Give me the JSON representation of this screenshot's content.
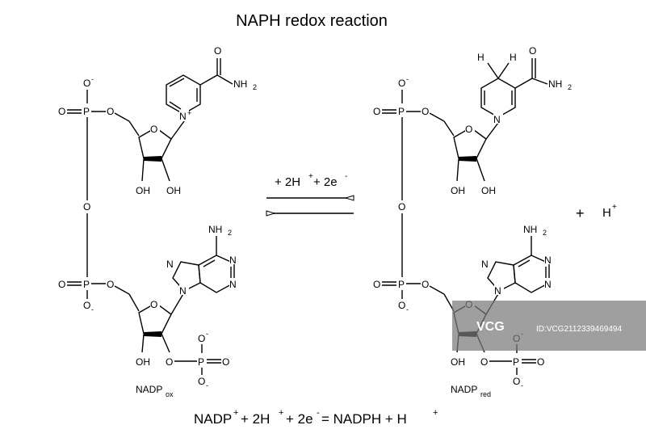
{
  "title": "NAPH redox reaction",
  "condition": {
    "main": "+ 2H",
    "sup1": "+",
    "mid": " + 2e",
    "sup2": "-"
  },
  "extra_product": {
    "plus": "+",
    "h": "H",
    "sup": "+"
  },
  "molecules": {
    "left_label": "NADP",
    "left_sub": "ox",
    "right_label": "NADP",
    "right_sub": "red"
  },
  "atoms": {
    "o_minus": "O",
    "minus": "-",
    "o_dbl": "O",
    "p": "P",
    "o": "O",
    "n": "N",
    "n_plus": "+",
    "nh": "NH",
    "two": "2",
    "oh": "OH",
    "h": "H"
  },
  "equation": {
    "a": "NADP",
    "a_sup": "+",
    "b": "+ 2H",
    "b_sup": "+",
    "c": "+ 2e",
    "c_sup": "-",
    "d": " = NADPH + H",
    "d_sup": "+"
  },
  "watermark": {
    "logo": "VCG",
    "text": "ID:VCG2112339469494"
  }
}
